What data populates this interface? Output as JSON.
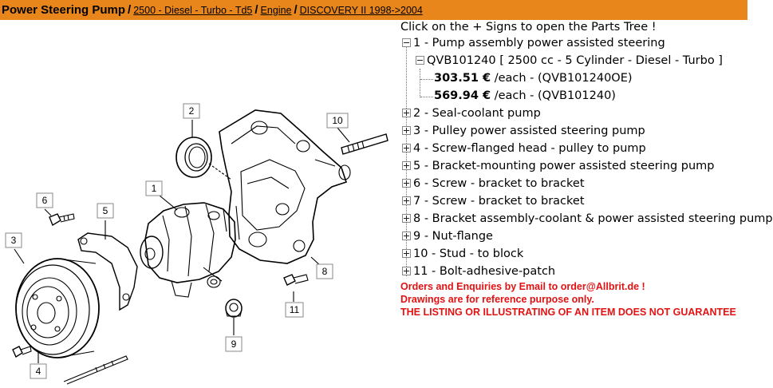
{
  "header": {
    "title": "Power Steering Pump",
    "separator": "/",
    "breadcrumbs": [
      "2500 - Diesel - Turbo - Td5",
      "Engine",
      "DISCOVERY II 1998->2004"
    ],
    "background_color": "#e8861c"
  },
  "tree": {
    "instruction": "Click on the + Signs to open the Parts Tree !",
    "items": [
      {
        "label": "1 - Pump assembly power assisted steering",
        "expanded": true
      },
      {
        "label": "2 - Seal-coolant pump",
        "expanded": false
      },
      {
        "label": "3 - Pulley power assisted steering pump",
        "expanded": false
      },
      {
        "label": "4 - Screw-flanged head - pulley to pump",
        "expanded": false
      },
      {
        "label": "5 - Bracket-mounting power assisted steering pump",
        "expanded": false
      },
      {
        "label": "6 - Screw - bracket to bracket",
        "expanded": false
      },
      {
        "label": "7 - Screw - bracket to bracket",
        "expanded": false
      },
      {
        "label": "8 - Bracket assembly-coolant & power assisted steering pump",
        "expanded": false
      },
      {
        "label": "9 - Nut-flange",
        "expanded": false
      },
      {
        "label": "10 - Stud - to block",
        "expanded": false
      },
      {
        "label": "11 - Bolt-adhesive-patch",
        "expanded": false
      }
    ],
    "subitem": {
      "label": "QVB101240 [ 2500 cc - 5 Cylinder - Diesel - Turbo ]",
      "prices": [
        {
          "price": "303.51 €",
          "suffix": "/each - (QVB101240OE)"
        },
        {
          "price": "569.94 €",
          "suffix": "/each - (QVB101240)"
        }
      ]
    }
  },
  "notices": [
    "Orders and Enquiries by Email to order@Allbrit.de !",
    "Drawings are for reference purpose only.",
    "THE LISTING OR ILLUSTRATING OF AN ITEM DOES NOT GUARANTEE"
  ],
  "notice_color": "#e31212",
  "diagram": {
    "callouts": [
      "1",
      "2",
      "3",
      "4",
      "5",
      "6",
      "8",
      "9",
      "10",
      "11"
    ]
  }
}
